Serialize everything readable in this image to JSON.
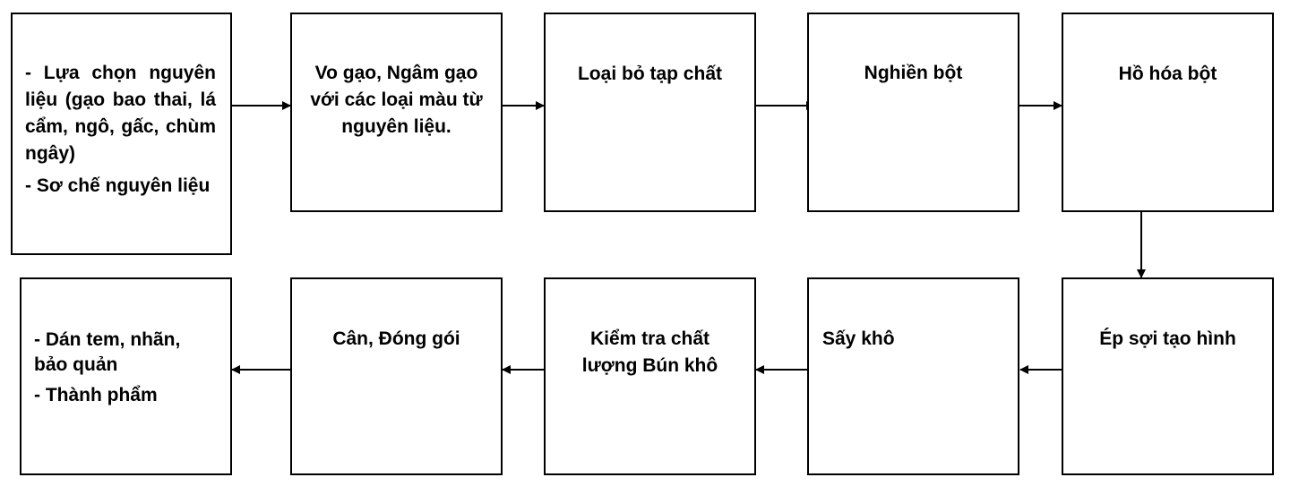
{
  "nodes": {
    "n1": {
      "lines": [
        "- Lựa chọn nguyên liệu (gạo bao thai, lá cẩm, ngô, gấc, chùm ngây)",
        "- Sơ chế nguyên liệu"
      ]
    },
    "n2": {
      "lines": [
        "Vo gạo, Ngâm gạo với các loại màu từ nguyên liệu."
      ]
    },
    "n3": {
      "lines": [
        "Loại bỏ tạp chất"
      ]
    },
    "n4": {
      "lines": [
        "Nghiền bột"
      ]
    },
    "n5": {
      "lines": [
        "Hồ hóa bột"
      ]
    },
    "n6": {
      "lines": [
        "Ép sợi tạo hình"
      ]
    },
    "n7": {
      "lines": [
        "Sấy khô"
      ]
    },
    "n8": {
      "lines": [
        "Kiểm tra chất lượng Bún khô"
      ]
    },
    "n9": {
      "lines": [
        "Cân, Đóng gói"
      ]
    },
    "n10": {
      "lines": [
        "- Dán tem, nhãn, bảo quản",
        "- Thành phẩm"
      ]
    }
  },
  "edges": [
    {
      "from": "n1",
      "to": "n2"
    },
    {
      "from": "n2",
      "to": "n3"
    },
    {
      "from": "n3",
      "to": "n4"
    },
    {
      "from": "n4",
      "to": "n5"
    },
    {
      "from": "n5",
      "to": "n6"
    },
    {
      "from": "n6",
      "to": "n7"
    },
    {
      "from": "n7",
      "to": "n8"
    },
    {
      "from": "n8",
      "to": "n9"
    },
    {
      "from": "n9",
      "to": "n10"
    }
  ]
}
